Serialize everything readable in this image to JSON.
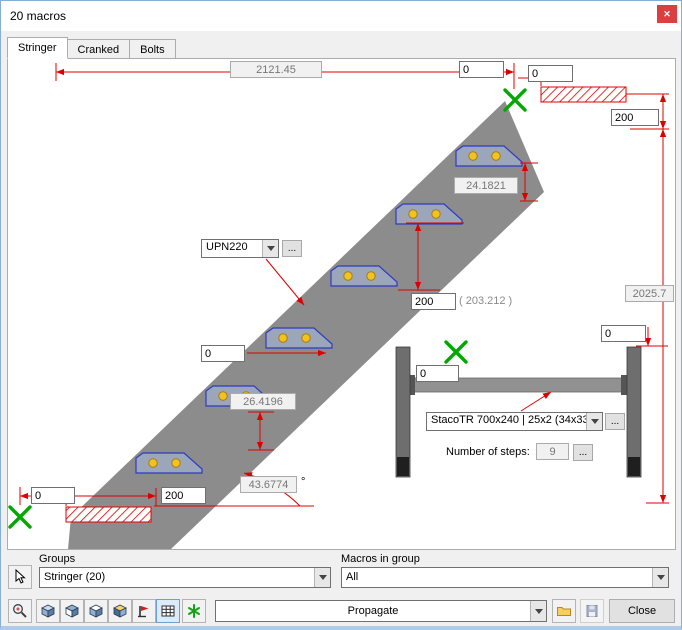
{
  "window": {
    "title": "20 macros",
    "close_glyph": "✕"
  },
  "tabs": [
    {
      "label": "Stringer"
    },
    {
      "label": "Cranked"
    },
    {
      "label": "Bolts"
    }
  ],
  "canvas": {
    "dim_total": "2121.45",
    "zero_top_left": "0",
    "zero_top_right": "0",
    "dim_200_top": "200",
    "dim_step_top": "24.1821",
    "profile_value": "UPN220",
    "dots": "...",
    "dim_200_mid": "200",
    "dim_mid_paren": "( 203.212 )",
    "dim_height": "2025.7",
    "zero_landing_right": "0",
    "zero_mid_left": "0",
    "zero_beam": "0",
    "dim_step_bottom": "26.4196",
    "staco_value": "StacoTR 700x240 | 25x2 (34x33",
    "steps_label": "Number of steps:",
    "steps_value": "9",
    "angle_value": "43.6774",
    "angle_unit": "°",
    "zero_bottom_left": "0",
    "dim_200_bottom": "200"
  },
  "groups": {
    "label": "Groups",
    "value": "Stringer (20)"
  },
  "macros_in_group": {
    "label": "Macros in group",
    "value": "All"
  },
  "footer": {
    "propagate": "Propagate",
    "close": "Close"
  },
  "icons": {
    "toolbar": [
      "zoom-icon",
      "view-cube-icon",
      "view-cube-icon",
      "view-cube-icon",
      "shaded-view-icon",
      "section-flag-icon",
      "table-icon",
      "update-icon"
    ],
    "other": [
      "select-arrow-icon",
      "open-folder-icon",
      "save-icon",
      "chevron-down-icon",
      "close-icon"
    ]
  },
  "colors": {
    "dimension_red": "#dd0000",
    "marker_green": "#00a800",
    "stringer_gray": "#8c8c8c",
    "step_outline_blue": "#2d3bc1",
    "bolt_yellow": "#f2c21f"
  }
}
